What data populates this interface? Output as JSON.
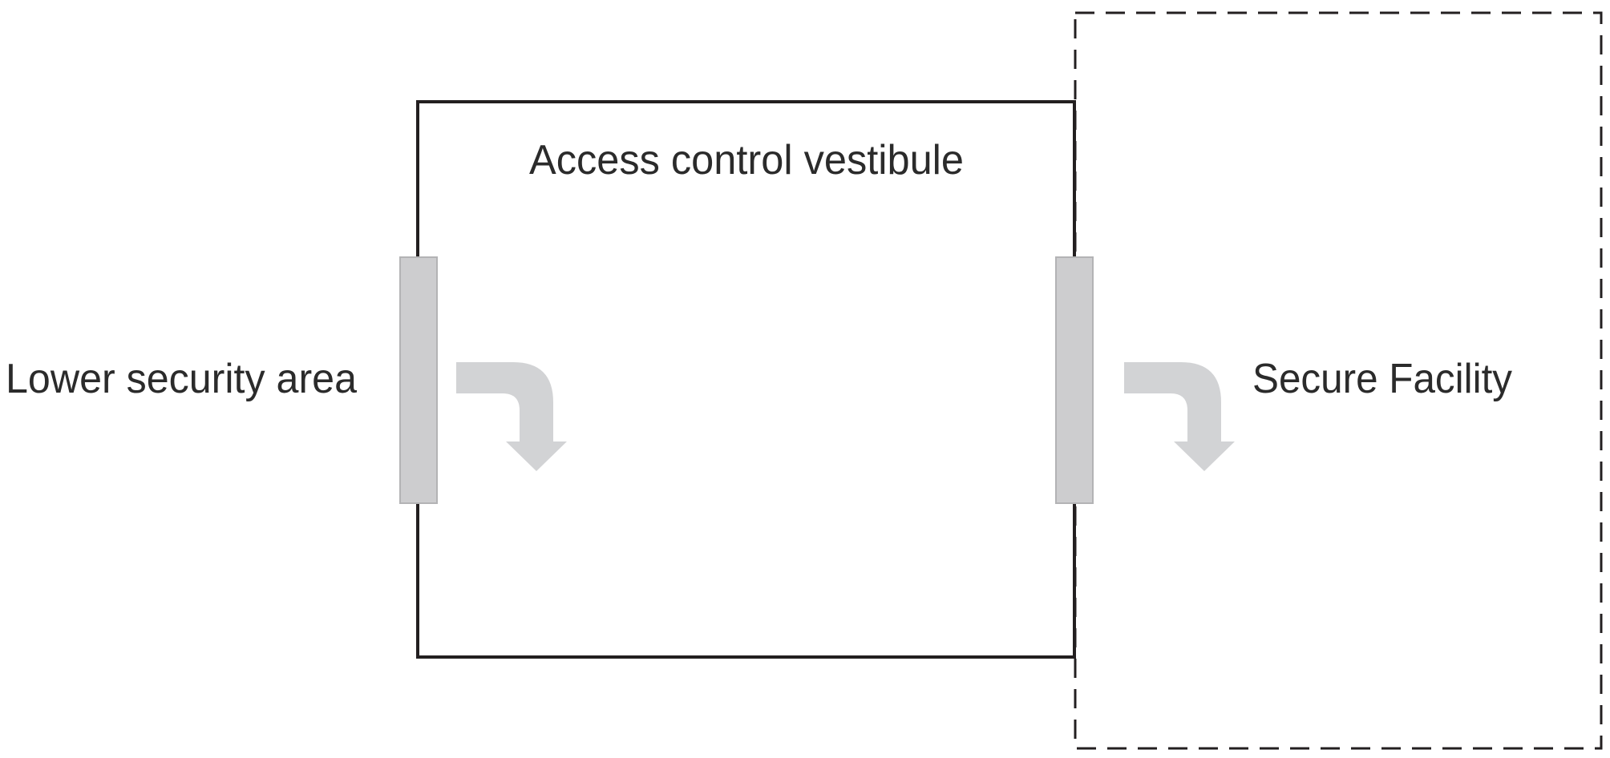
{
  "diagram": {
    "vestibule_label": "Access control vestibule",
    "left_area_label": "Lower security area",
    "right_area_label": "Secure Facility"
  },
  "colors": {
    "outline": "#231f20",
    "door_fill": "#cdcdcf",
    "door_stroke": "#b3b3b5",
    "arrow_fill": "#d2d3d5",
    "text": "#2b2b2b"
  }
}
